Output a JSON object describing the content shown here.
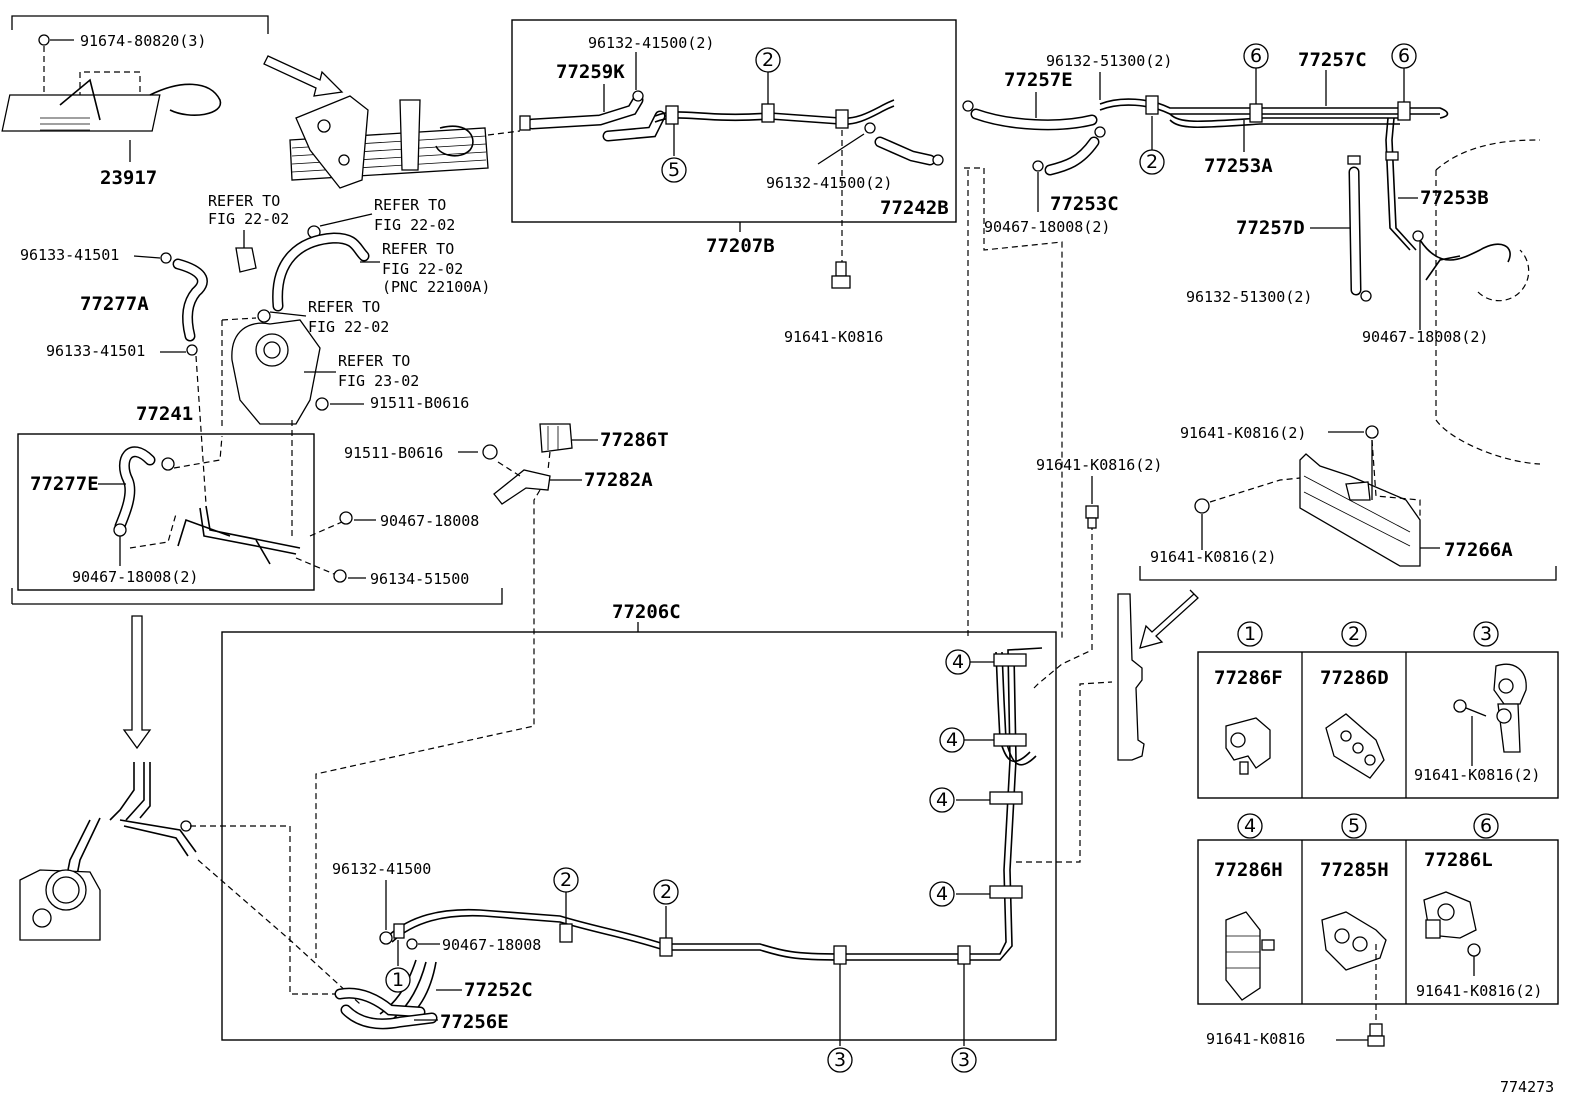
{
  "diagram_id": "774273",
  "callouts": {
    "c1": "1",
    "c2": "2",
    "c3": "3",
    "c4": "4",
    "c5": "5",
    "c6": "6"
  },
  "labels": {
    "p91674_80820": "91674-80820(3)",
    "p23917": "23917",
    "p96132_41500_2a": "96132-41500(2)",
    "p77259K": "77259K",
    "p96132_41500_2b": "96132-41500(2)",
    "p77242B": "77242B",
    "p77207B": "77207B",
    "p91641_K0816_a": "91641-K0816",
    "p96132_51300_2a": "96132-51300(2)",
    "p77257E": "77257E",
    "p77257C": "77257C",
    "p77253A": "77253A",
    "p77253C": "77253C",
    "p90467_18008_2a": "90467-18008(2)",
    "p77253B": "77253B",
    "p77257D": "77257D",
    "p96132_51300_2b": "96132-51300(2)",
    "p90467_18008_2b": "90467-18008(2)",
    "refer1": "REFER TO",
    "fig1": "FIG 22-02",
    "refer2": "REFER TO",
    "fig2": "FIG 22-02",
    "refer3": "REFER TO",
    "fig3": "FIG 22-02",
    "pnc3": "(PNC 22100A)",
    "refer4": "REFER TO",
    "fig4": "FIG 22-02",
    "refer5": "REFER TO",
    "fig5": "FIG 23-02",
    "p96133_41501_a": "96133-41501",
    "p77277A": "77277A",
    "p96133_41501_b": "96133-41501",
    "p77241": "77241",
    "p91511_B0616_a": "91511-B0616",
    "p91511_B0616_b": "91511-B0616",
    "p77286T": "77286T",
    "p77282A": "77282A",
    "p77277E": "77277E",
    "p90467_18008_a": "90467-18008",
    "p90467_18008_2c": "90467-18008(2)",
    "p96134_51500": "96134-51500",
    "p91641_K0816_2a": "91641-K0816(2)",
    "p91641_K0816_2b": "91641-K0816(2)",
    "p91641_K0816_2c": "91641-K0816(2)",
    "p77266A": "77266A",
    "p77206C": "77206C",
    "p96132_41500": "96132-41500",
    "p90467_18008_b": "90467-18008",
    "p77252C": "77252C",
    "p77256E": "77256E"
  },
  "legend": {
    "items": [
      {
        "num": "1",
        "part": "77286F",
        "extra": ""
      },
      {
        "num": "2",
        "part": "77286D",
        "extra": ""
      },
      {
        "num": "3",
        "part": "",
        "extra": "91641-K0816(2)"
      },
      {
        "num": "4",
        "part": "77286H",
        "extra": ""
      },
      {
        "num": "5",
        "part": "77285H",
        "extra": ""
      },
      {
        "num": "6",
        "part": "77286L",
        "extra": "91641-K0816(2)"
      }
    ],
    "below_bolt": "91641-K0816"
  }
}
